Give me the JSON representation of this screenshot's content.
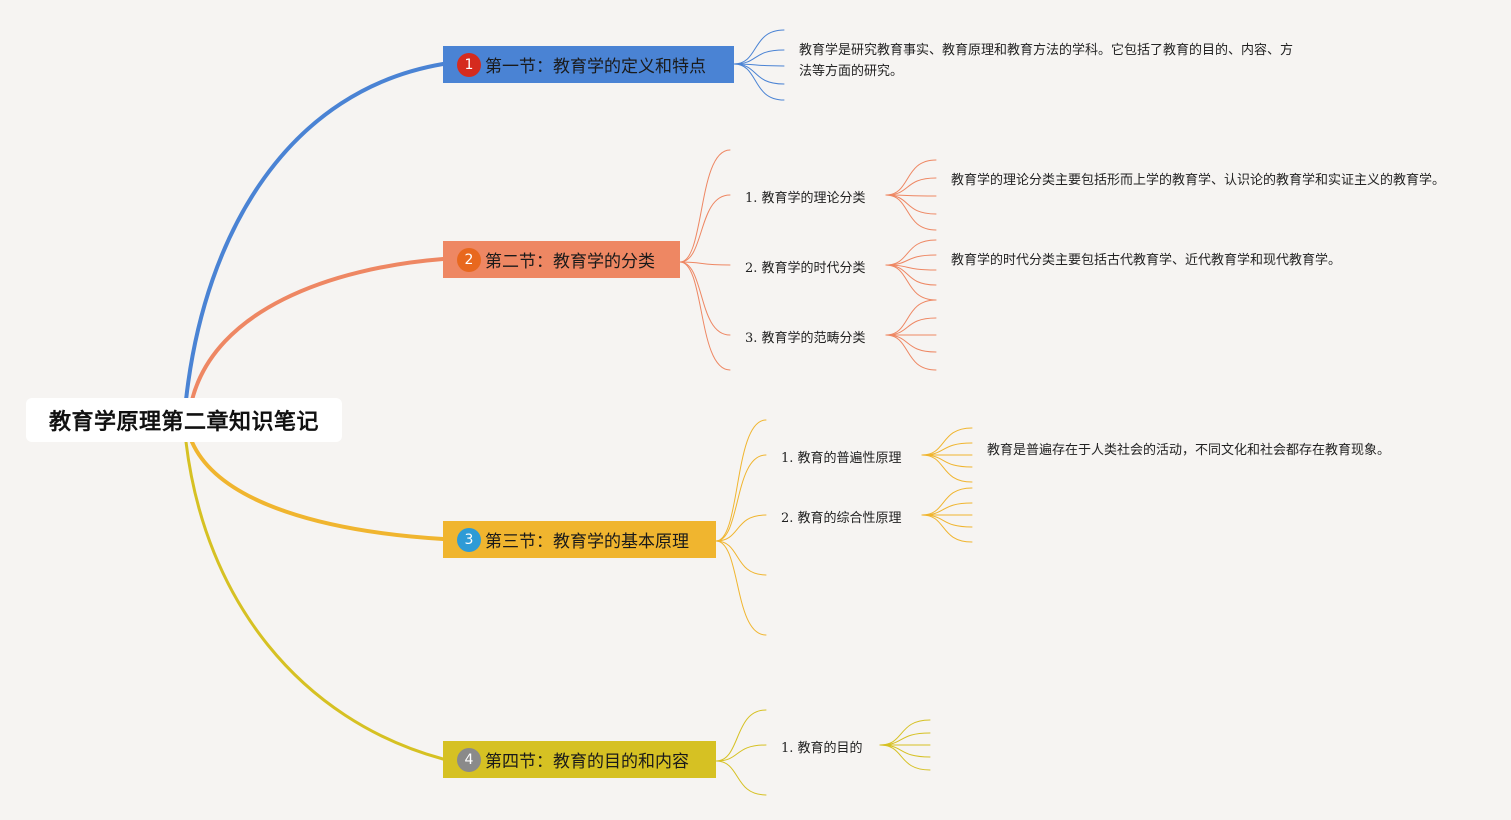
{
  "root": {
    "title": "教育学原理第二章知识笔记"
  },
  "colors": {
    "s1": "#4a83d4",
    "s2": "#ee8763",
    "s3": "#f0b52f",
    "s4": "#d6c123",
    "badge1": "#d52b1e",
    "badge2": "#e8681e",
    "badge3": "#2e9bd6",
    "badge4": "#8a8a8a"
  },
  "sections": [
    {
      "num": "1",
      "title": "第一节：教育学的定义和特点",
      "note": "教育学是研究教育事实、教育原理和教育方法的学科。它包括了教育的目的、内容、方法等方面的研究。"
    },
    {
      "num": "2",
      "title": "第二节：教育学的分类",
      "subs": [
        {
          "label": "1. 教育学的理论分类",
          "note": "教育学的理论分类主要包括形而上学的教育学、认识论的教育学和实证主义的教育学。"
        },
        {
          "label": "2. 教育学的时代分类",
          "note": "教育学的时代分类主要包括古代教育学、近代教育学和现代教育学。"
        },
        {
          "label": "3. 教育学的范畴分类"
        }
      ]
    },
    {
      "num": "3",
      "title": "第三节：教育学的基本原理",
      "subs": [
        {
          "label": "1. 教育的普遍性原理",
          "note": "教育是普遍存在于人类社会的活动，不同文化和社会都存在教育现象。"
        },
        {
          "label": "2. 教育的综合性原理"
        }
      ]
    },
    {
      "num": "4",
      "title": "第四节：教育的目的和内容",
      "subs": [
        {
          "label": "1. 教育的目的"
        }
      ]
    }
  ]
}
